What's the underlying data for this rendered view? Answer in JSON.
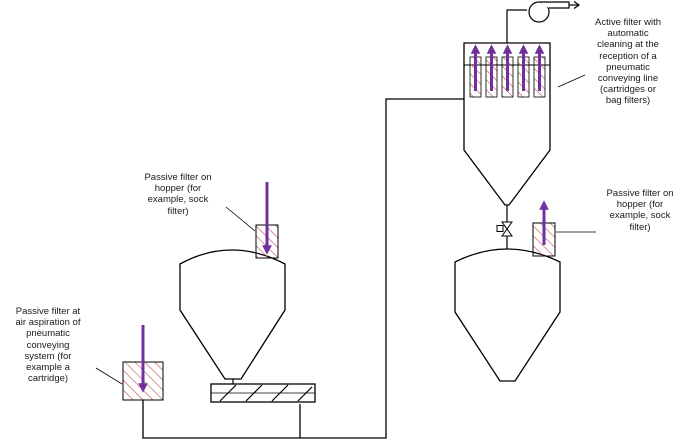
{
  "labels": {
    "active_filter": [
      "Active filter with",
      "automatic",
      "cleaning at the",
      "reception of a",
      "pneumatic",
      "conveying line",
      "(cartridges or",
      "bag filters)"
    ],
    "passive_hopper_left": [
      "Passive filter on",
      "hopper (for",
      "example, sock",
      "filter)"
    ],
    "passive_hopper_right": [
      "Passive filter on",
      "hopper (for",
      "example, sock",
      "filter)"
    ],
    "passive_aspiration": [
      "Passive filter at",
      "air aspiration of",
      "pneumatic",
      "conveying",
      "system (for",
      "example a",
      "cartridge)"
    ]
  },
  "colors": {
    "line": "#000000",
    "arrow": "#7030a0",
    "hatch": "#c0504d",
    "background": "#ffffff"
  },
  "icons": {
    "fan": "fan-icon",
    "valve": "valve-icon",
    "screw_conveyor": "screw-conveyor-icon"
  }
}
